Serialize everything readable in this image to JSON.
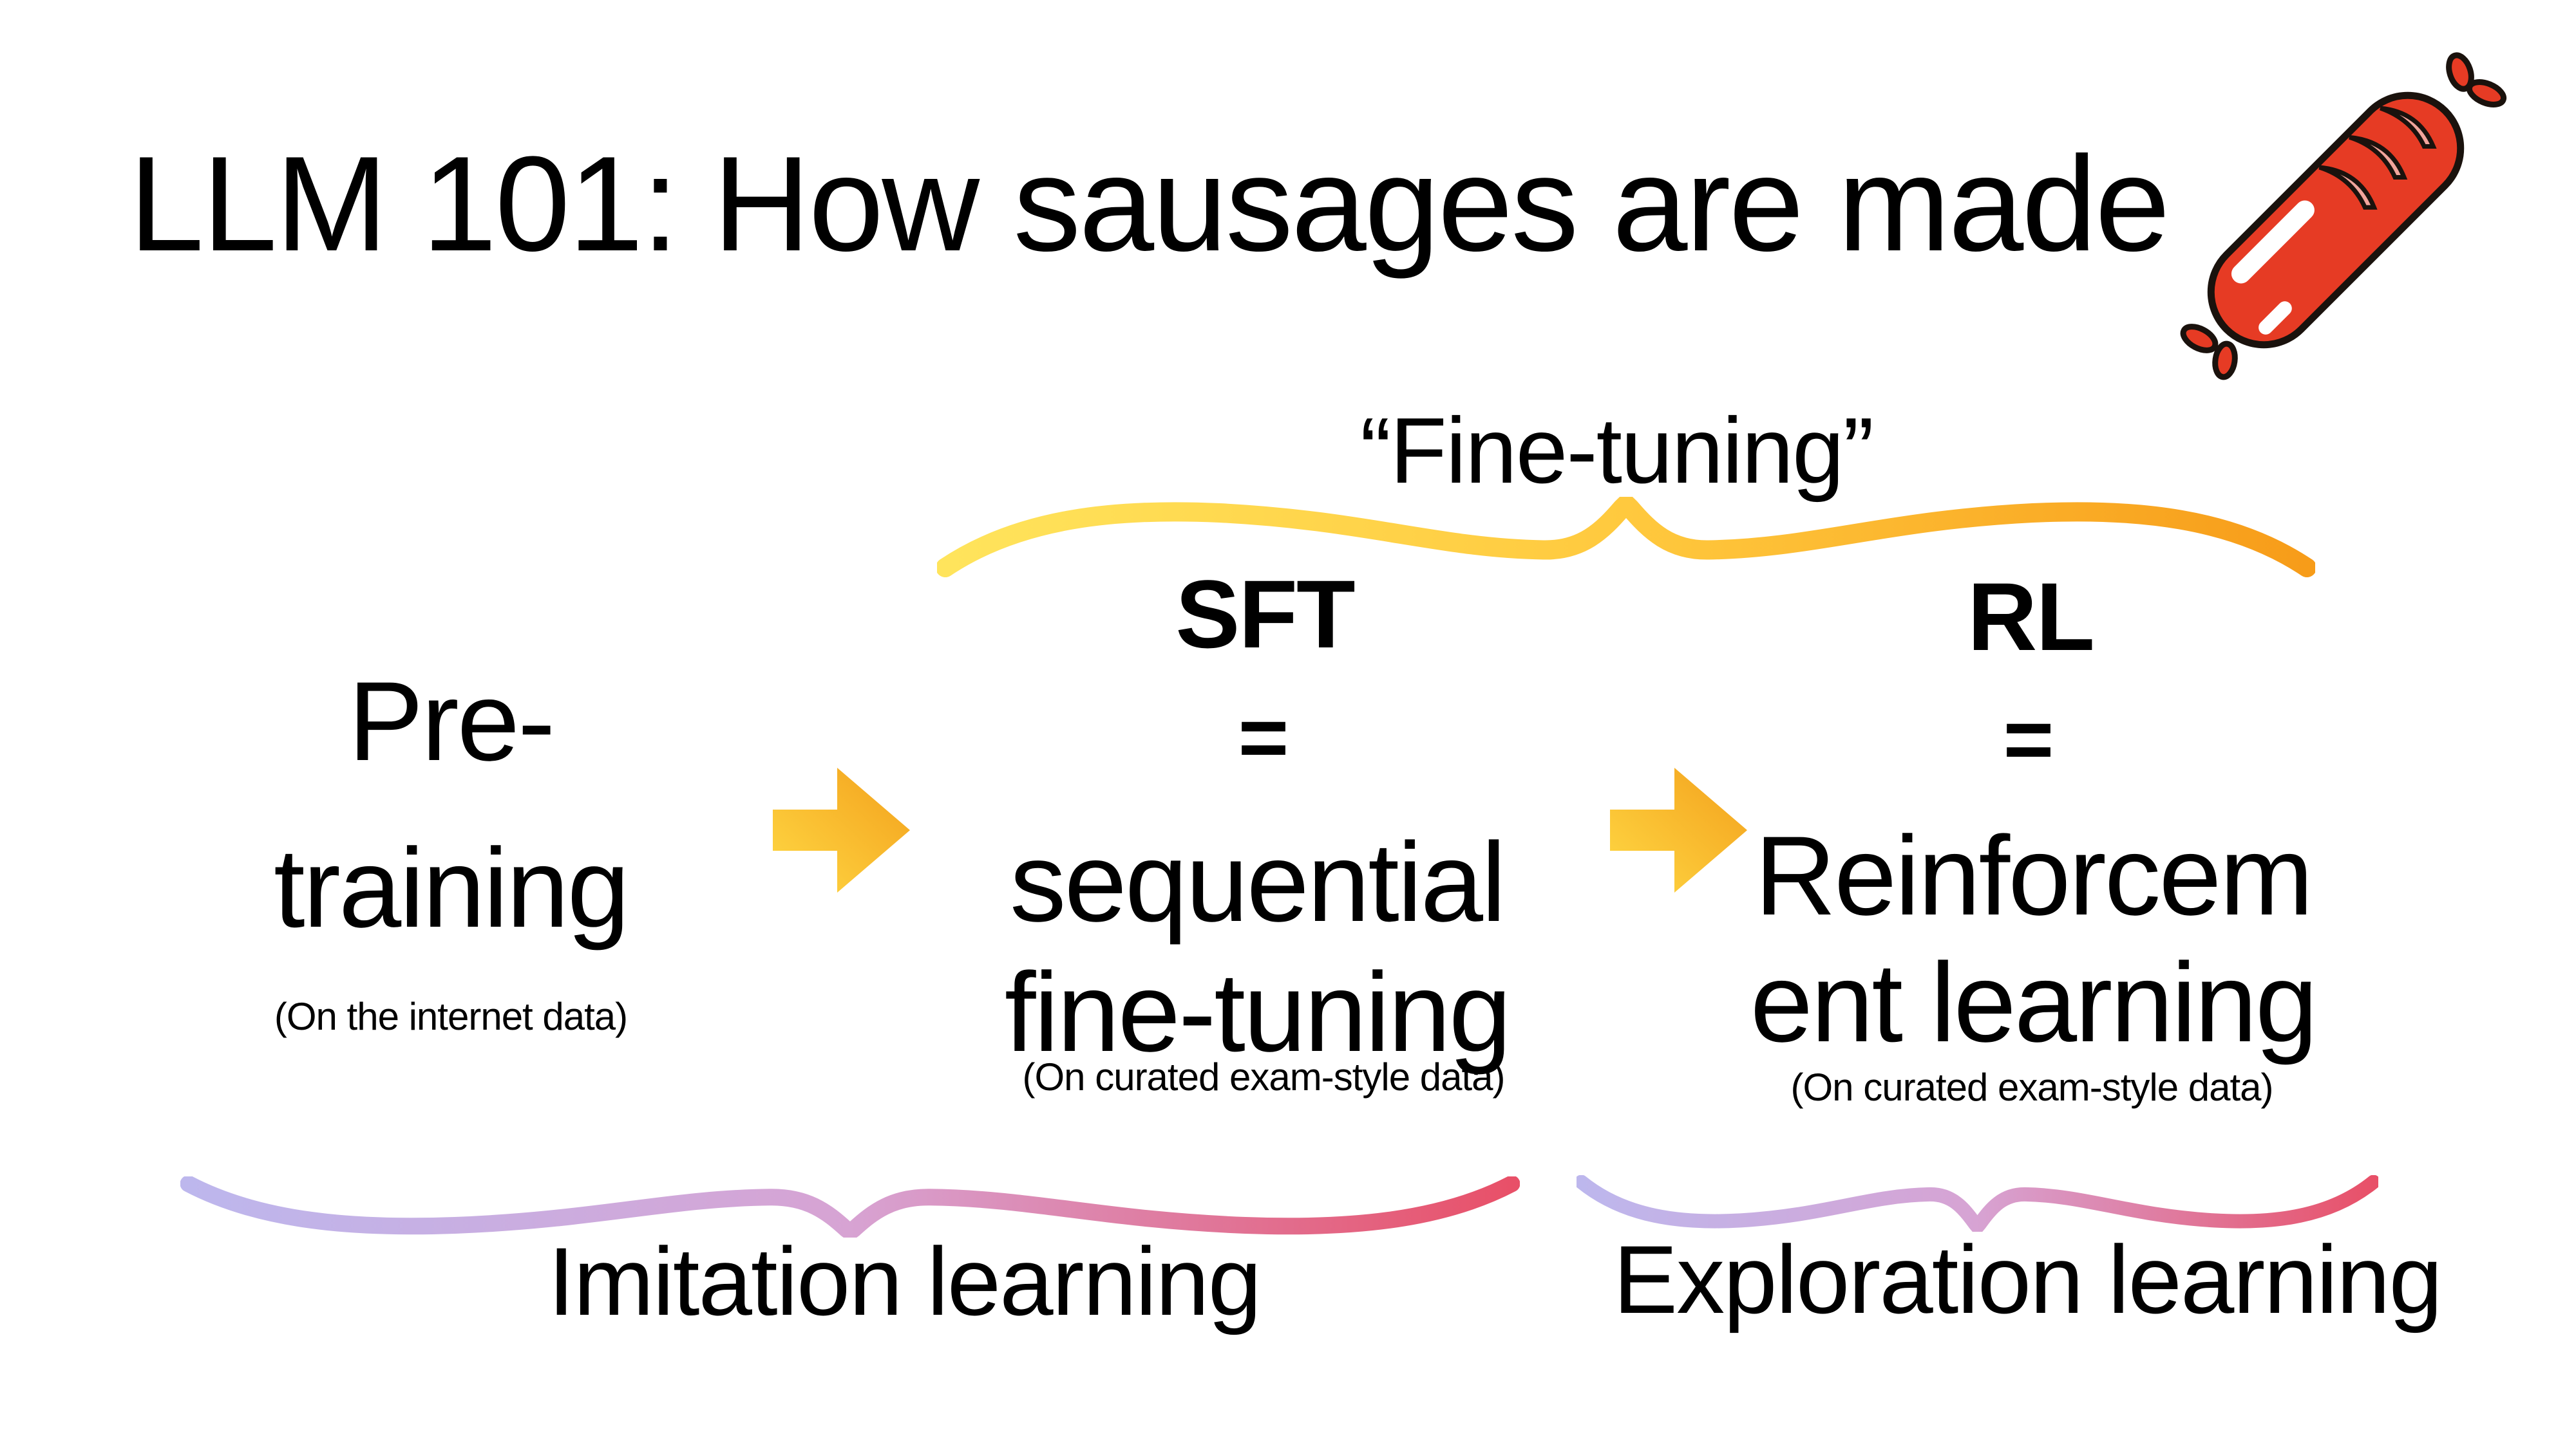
{
  "slide": {
    "title": "LLM 101: How sausages are made",
    "fine_tuning_label": "“Fine-tuning”",
    "columns": {
      "pretraining": {
        "line1": "Pre-",
        "line2": "training",
        "caption": "(On the internet data)"
      },
      "sft": {
        "abbr": "SFT",
        "equals": "=",
        "line1": "sequential",
        "line2": "fine-tuning",
        "caption": "(On curated exam-style data)"
      },
      "rl": {
        "abbr": "RL",
        "equals": "=",
        "line1": "Reinforcem",
        "line2": "ent learning",
        "caption": "(On curated exam-style data)"
      }
    },
    "bottom": {
      "imitation_label": "Imitation learning",
      "exploration_label": "Exploration learning"
    },
    "icons": {
      "sausage": "sausage-icon",
      "arrow": "right-arrow-icon",
      "fine_tuning_brace": "fine-tuning-brace-icon",
      "imitation_brace": "imitation-brace-icon",
      "exploration_brace": "exploration-brace-icon"
    },
    "colors": {
      "background": "#ffffff",
      "text": "#000000",
      "brace_top_start": "#ffe45c",
      "brace_top_mid": "#ffc93e",
      "brace_top_end": "#f79c19",
      "arrow_start": "#ffd944",
      "arrow_end": "#f3a01c",
      "brace_bottom_start": "#bdb7ed",
      "brace_bottom_mid": "#d7a3d3",
      "brace_bottom_end": "#e85068",
      "sausage_body": "#e63b24",
      "sausage_outline": "#1a120d",
      "sausage_cut": "#f2a49b",
      "sausage_highlight": "#ffffff"
    }
  }
}
